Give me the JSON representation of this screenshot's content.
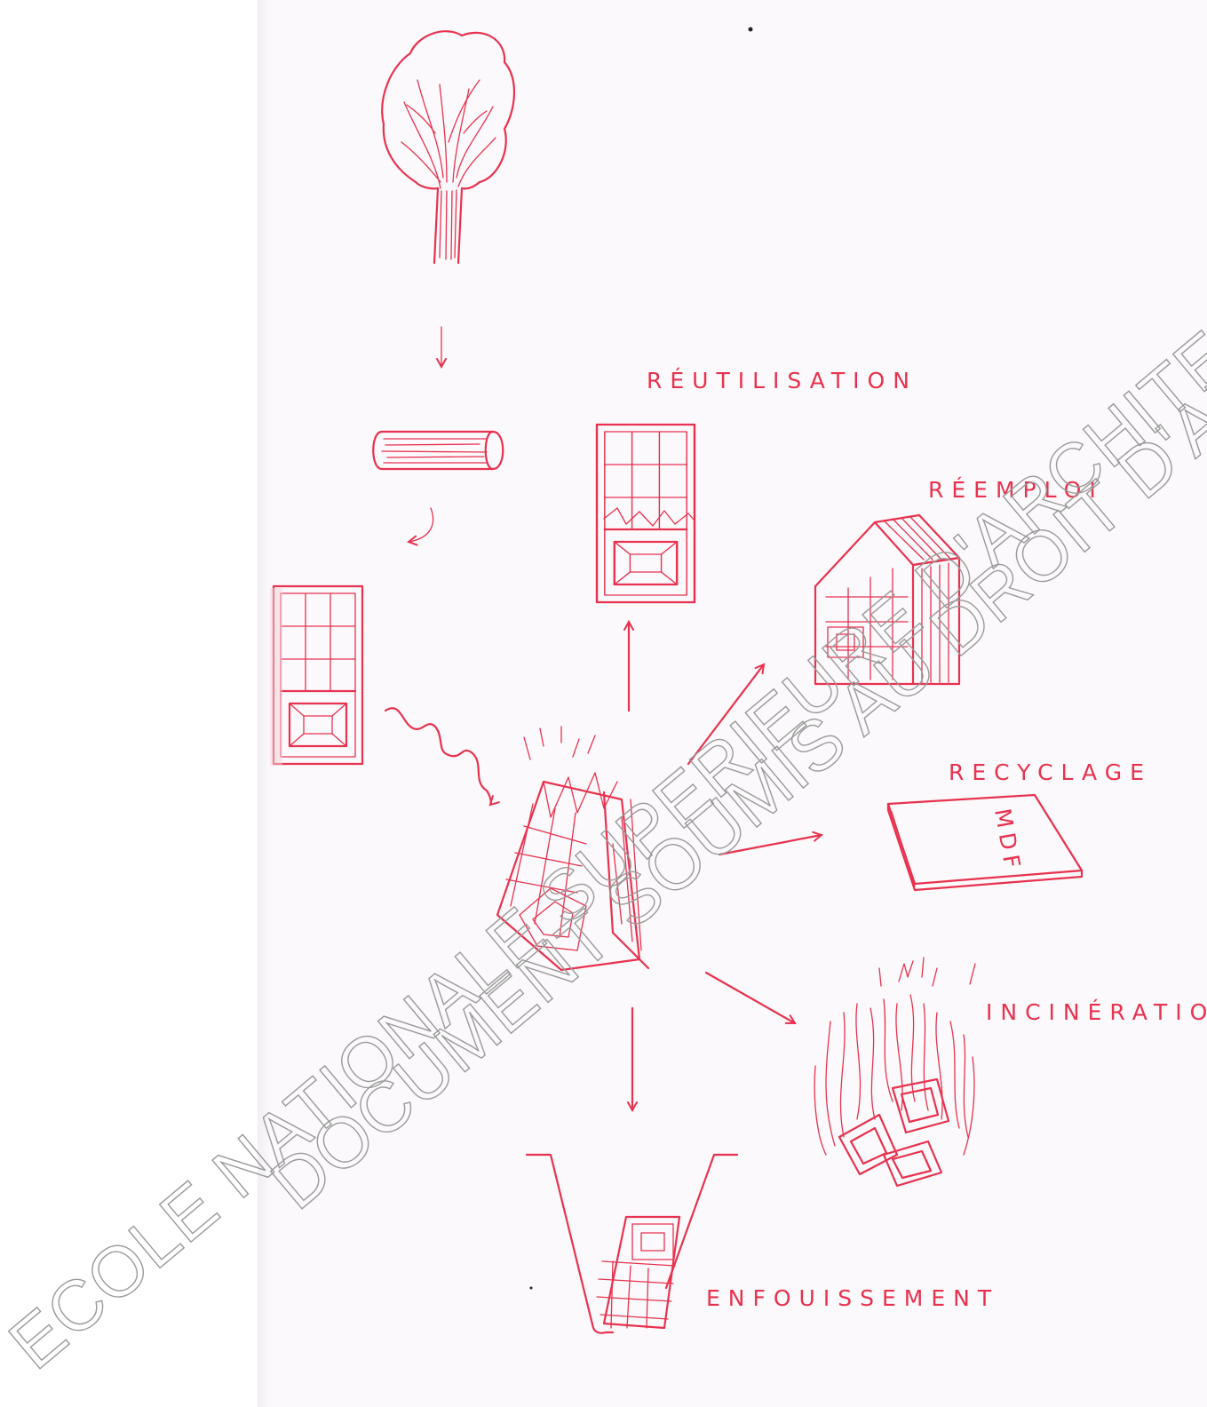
{
  "labels": {
    "reutilisation": "RÉUTILISATION",
    "reemploi": "RÉEMPLOI",
    "recyclage": "RECYCLAGE",
    "mdf": "MDF",
    "incineration": "INCINÉRATION",
    "enfouissement": "ENFOUISSEMENT"
  },
  "watermark": {
    "line1": "ECOLE NATIONALE SUPERIEURE D'ARCHITECTURE DE NANTES",
    "line2": "DOCUMENT SOUMIS AU DROIT D'AUTEUR"
  },
  "colors": {
    "ink": "#e8324f",
    "paper": "#fbf9fb",
    "watermark": "#9a9a9a"
  }
}
